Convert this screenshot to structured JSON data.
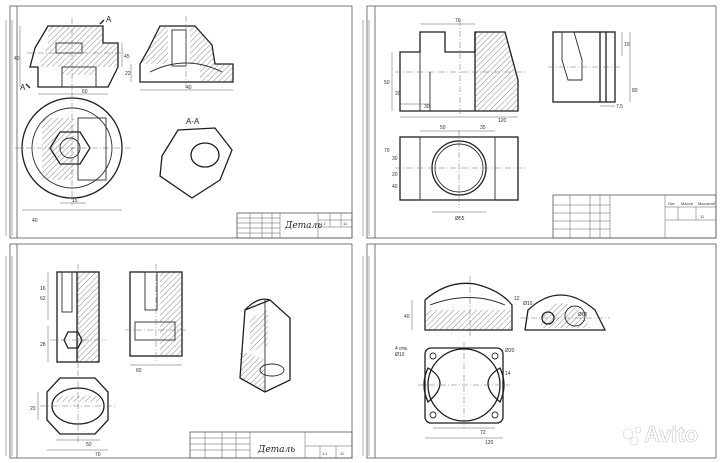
{
  "sheets": {
    "top_left": {
      "section_label": "A-A",
      "cut_label_top": "A",
      "cut_label_bottom": "A",
      "title_text": "Деталь",
      "dims": {
        "d1": "40",
        "d2": "45",
        "d3": "60",
        "d4": "22",
        "d5": "15",
        "d6": "40"
      },
      "tb": {
        "scale": "1:1",
        "sheets": "11",
        "lit": "1:1"
      }
    },
    "top_right": {
      "dims": {
        "w70": "70",
        "h50": "50",
        "h20": "20",
        "d30": "30",
        "w120": "120",
        "d10": "10",
        "h80": "80",
        "d75": "7,5",
        "t50": "50",
        "t35": "35",
        "s70": "70",
        "s30": "30",
        "s20": "20",
        "s40": "40",
        "d55": "Ø55"
      },
      "tb": {
        "sheet_num": "11",
        "lit": "Лит.",
        "mass": "Масса",
        "scale": "Масштаб"
      }
    },
    "bottom_left": {
      "title_text": "Деталь",
      "dims": {
        "v62": "62",
        "v16": "16",
        "v28": "28",
        "d60": "60",
        "d50": "50",
        "d70": "70",
        "v20": "20"
      },
      "tb": {
        "num": "1:1",
        "sheets": "11"
      }
    },
    "bottom_right": {
      "dims": {
        "a40": "40",
        "a12": "12",
        "a10": "Ø10",
        "a65": "Ø65",
        "a16": "4 отв.",
        "a25": "Ø10",
        "a14": "14",
        "a20": "Ø20",
        "a72": "72",
        "a120": "120"
      }
    }
  },
  "watermark": {
    "text": "Avito"
  },
  "colors": {
    "line": "#2b2b2b",
    "paper": "#ffffff",
    "watermark": "#ffffff"
  }
}
